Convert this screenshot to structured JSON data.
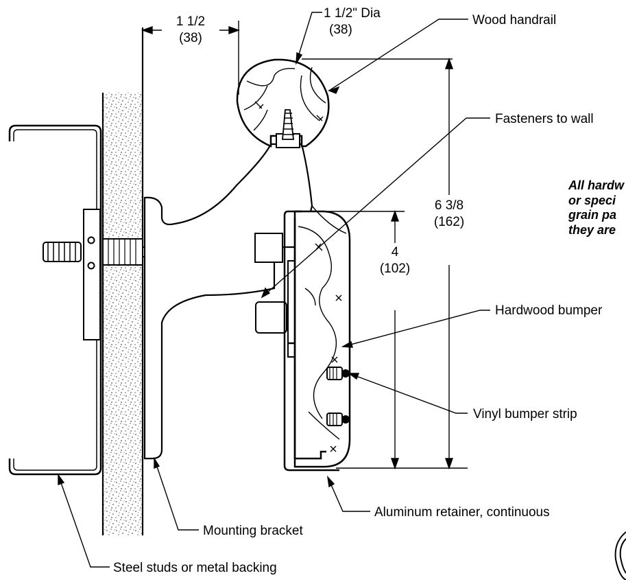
{
  "labels": {
    "wood_handrail": "Wood handrail",
    "fasteners": "Fasteners to wall",
    "hardwood_bumper": "Hardwood bumper",
    "vinyl_strip": "Vinyl bumper strip",
    "retainer": "Aluminum retainer, continuous",
    "bracket": "Mounting bracket",
    "studs": "Steel studs or metal backing"
  },
  "dimensions": {
    "projection_in": "1 1/2",
    "projection_mm": "(38)",
    "diameter_in": "1 1/2\" Dia",
    "diameter_mm": "(38)",
    "bumper_height_in": "4",
    "bumper_height_mm": "(102)",
    "total_height_in": "6 3/8",
    "total_height_mm": "(162)"
  },
  "note": {
    "line1": "All hardw",
    "line2": "or speci",
    "line3": "grain pa",
    "line4": "they are"
  }
}
